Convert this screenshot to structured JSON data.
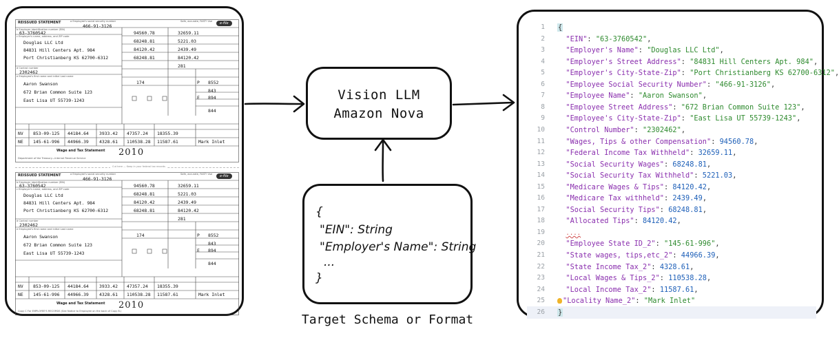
{
  "w2_form": {
    "copies": [
      {
        "header_left": "REISSUED STATEMENT",
        "ssn_label": "a Employee's social security number",
        "ssn": "466-91-3126",
        "safe_accurate": "Safe, accurate, FAST! Use",
        "efile": "e-file",
        "ein_label": "b Employer identification number (EIN)",
        "ein": "63-3760542",
        "employer_label": "c Employer's name, address, and ZIP code",
        "employer_name": "Douglas LLC Ltd",
        "employer_street": "84831 Hill Centers Apt. 984",
        "employer_city": "Port Christianberg KS 62700-6312",
        "control_label": "d Control number",
        "control": "2302462",
        "employee_label": "e Employee's first name and initial   Last name",
        "employee_name": "Aaron  Swanson",
        "employee_street": "672 Brian Common Suite 123",
        "employee_city": "East Lisa UT    55739-1243",
        "box1": "94560.78",
        "box2": "32659.11",
        "box3": "68248.81",
        "box4": "5221.03",
        "box5": "84120.42",
        "box6": "2439.49",
        "box7": "68248.81",
        "box8": "84120.42",
        "box10": "281",
        "box11": "174",
        "box12a_code": "P",
        "box12a": "8552",
        "box12b": "843",
        "box12c_code": "E",
        "box12c": "894",
        "box12d": "844",
        "state1": "NV",
        "state1_id": "853-09-125",
        "state1_wages": "44184.64",
        "state1_tax": "3933.42",
        "local1_wages": "47357.24",
        "local1_tax": "18355.39",
        "state2": "NE",
        "state2_id": "145-61-996",
        "state2_wages": "44966.39",
        "state2_tax": "4328.61",
        "local2_wages": "110538.28",
        "local2_tax": "11587.61",
        "locality2": "Mark Inlet",
        "form_name": "Wage and Tax Statement",
        "year": "2010",
        "dept": "Department of the Treasury—Internal Revenue Service"
      },
      {
        "header_left": "REISSUED STATEMENT",
        "ssn_label": "a Employee's social security number",
        "ssn": "466-91-3126",
        "safe_accurate": "Safe, accurate, FAST! Use",
        "efile": "e-file",
        "ein_label": "b Employer identification number (EIN)",
        "ein": "63-3760542",
        "employer_label": "c Employer's name, address, and ZIP code",
        "employer_name": "Douglas LLC Ltd",
        "employer_street": "84831 Hill Centers Apt. 984",
        "employer_city": "Port Christianberg KS 62700-6312",
        "control_label": "d Control number",
        "control": "2302462",
        "employee_label": "e Employee's first name and initial   Last name",
        "employee_name": "Aaron  Swanson",
        "employee_street": "672 Brian Common Suite 123",
        "employee_city": "East Lisa UT    55739-1243",
        "box1": "94560.78",
        "box2": "32659.11",
        "box3": "68248.81",
        "box4": "5221.03",
        "box5": "84120.42",
        "box6": "2439.49",
        "box7": "68248.81",
        "box8": "84120.42",
        "box10": "281",
        "box11": "174",
        "box12a_code": "P",
        "box12a": "8552",
        "box12b": "843",
        "box12c_code": "E",
        "box12c": "894",
        "box12d": "844",
        "state1": "NV",
        "state1_id": "853-09-125",
        "state1_wages": "44184.64",
        "state1_tax": "3933.42",
        "local1_wages": "47357.24",
        "local1_tax": "18355.39",
        "state2": "NE",
        "state2_id": "145-61-996",
        "state2_wages": "44966.39",
        "state2_tax": "4328.61",
        "local2_wages": "110538.28",
        "local2_tax": "11587.61",
        "locality2": "Mark Inlet",
        "form_name": "Wage and Tax Statement",
        "year": "2010",
        "dept": "Copy C For EMPLOYEE'S RECORDS (See Notice to Employee on the back of Copy B.)"
      }
    ],
    "cut_text": "Cut here — Keep in your federal tax records"
  },
  "llm_box": {
    "line1": "Vision LLM",
    "line2": "Amazon Nova"
  },
  "schema_box": {
    "open": "{",
    "line1": "\"EIN\": String",
    "line2": "\"Employer's Name\": String",
    "line3": "...",
    "close": "}"
  },
  "schema_caption": "Target Schema or Format",
  "editor": {
    "active_line": 26,
    "lines": [
      {
        "n": "1",
        "kind": "open",
        "text": "{"
      },
      {
        "n": "2",
        "kind": "kv",
        "key": "\"EIN\"",
        "val": "\"63-3760542\"",
        "vtype": "s"
      },
      {
        "n": "3",
        "kind": "kv",
        "key": "\"Employer's Name\"",
        "val": "\"Douglas LLC Ltd\"",
        "vtype": "s"
      },
      {
        "n": "4",
        "kind": "kv",
        "key": "\"Employer's Street Address\"",
        "val": "\"84831 Hill Centers Apt. 984\"",
        "vtype": "s"
      },
      {
        "n": "5",
        "kind": "kv",
        "key": "\"Employer's City-State-Zip\"",
        "val": "\"Port Christianberg KS 62700-6312\"",
        "vtype": "s"
      },
      {
        "n": "6",
        "kind": "kv",
        "key": "\"Employee Social Security Number\"",
        "val": "\"466-91-3126\"",
        "vtype": "s"
      },
      {
        "n": "7",
        "kind": "kv",
        "key": "\"Employee Name\"",
        "val": "\"Aaron Swanson\"",
        "vtype": "s"
      },
      {
        "n": "8",
        "kind": "kv",
        "key": "\"Employee Street Address\"",
        "val": "\"672 Brian Common Suite 123\"",
        "vtype": "s"
      },
      {
        "n": "9",
        "kind": "kv",
        "key": "\"Employee's City-State-Zip\"",
        "val": "\"East Lisa UT 55739-1243\"",
        "vtype": "s"
      },
      {
        "n": "10",
        "kind": "kv",
        "key": "\"Control Number\"",
        "val": "\"2302462\"",
        "vtype": "s"
      },
      {
        "n": "11",
        "kind": "kv",
        "key": "\"Wages, Tips & other Compensation\"",
        "val": "94560.78",
        "vtype": "n"
      },
      {
        "n": "12",
        "kind": "kv",
        "key": "\"Federal Income Tax Withheld\"",
        "val": "32659.11",
        "vtype": "n"
      },
      {
        "n": "13",
        "kind": "kv",
        "key": "\"Social Security Wages\"",
        "val": "68248.81",
        "vtype": "n"
      },
      {
        "n": "14",
        "kind": "kv",
        "key": "\"Social Security Tax Withheld\"",
        "val": "5221.03",
        "vtype": "n"
      },
      {
        "n": "15",
        "kind": "kv",
        "key": "\"Medicare Wages & Tips\"",
        "val": "84120.42",
        "vtype": "n"
      },
      {
        "n": "16",
        "kind": "kv",
        "key": "\"Medicare Tax withheld\"",
        "val": "2439.49",
        "vtype": "n"
      },
      {
        "n": "17",
        "kind": "kv",
        "key": "\"Social Security Tips\"",
        "val": "68248.81",
        "vtype": "n"
      },
      {
        "n": "18",
        "kind": "kv",
        "key": "\"Allocated Tips\"",
        "val": "84120.42",
        "vtype": "n"
      },
      {
        "n": "19",
        "kind": "ellipsis",
        "text": "...."
      },
      {
        "n": "20",
        "kind": "kv",
        "key": "\"Employee State ID_2\"",
        "val": "\"145-61-996\"",
        "vtype": "s"
      },
      {
        "n": "21",
        "kind": "kv",
        "key": "\"State wages, tips,etc_2\"",
        "val": "44966.39",
        "vtype": "n"
      },
      {
        "n": "22",
        "kind": "kv",
        "key": "\"State Income Tax_2\"",
        "val": "4328.61",
        "vtype": "n"
      },
      {
        "n": "23",
        "kind": "kv",
        "key": "\"Local Wages & Tips_2\"",
        "val": "110538.28",
        "vtype": "n"
      },
      {
        "n": "24",
        "kind": "kv",
        "key": "\"Local Income Tax_2\"",
        "val": "11587.61",
        "vtype": "n"
      },
      {
        "n": "25",
        "kind": "kvlast",
        "key": "\"Locality Name_2\"",
        "val": "\"Mark Inlet\"",
        "vtype": "s"
      },
      {
        "n": "26",
        "kind": "close",
        "text": "}"
      }
    ]
  },
  "colors": {
    "key": "#8a2fae",
    "string": "#2e8a2e",
    "number": "#1d5fb8",
    "stroke": "#111111"
  }
}
